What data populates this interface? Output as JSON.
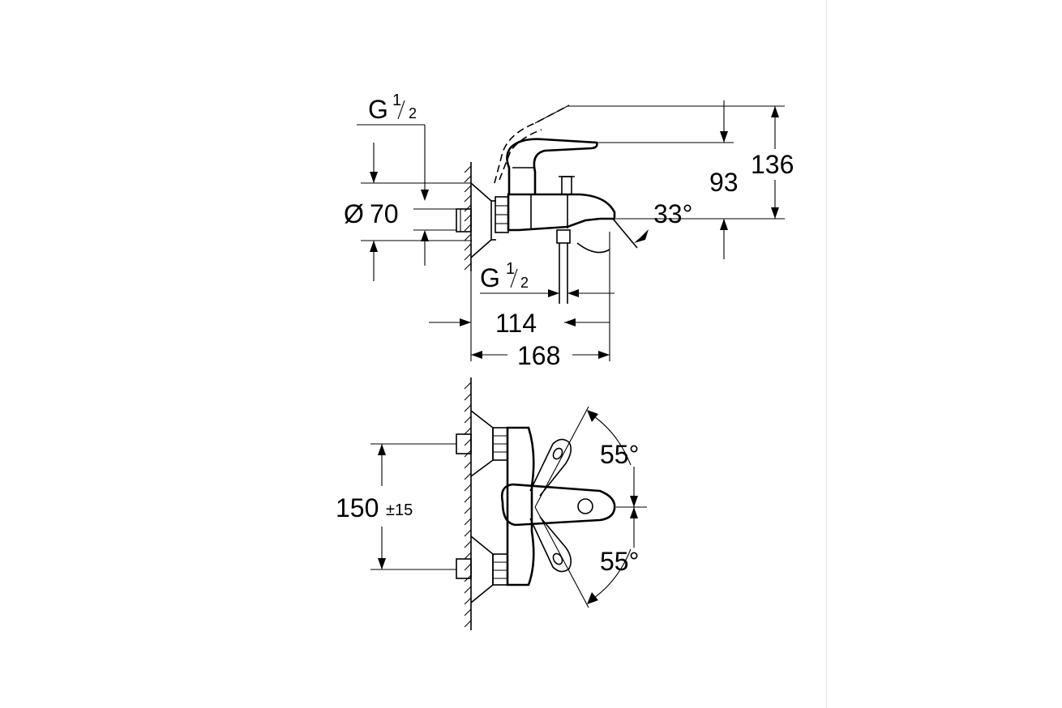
{
  "dimensions": {
    "inlet_thread_top": {
      "letter": "G",
      "num": "1",
      "den": "2"
    },
    "inlet_thread_bottom": {
      "letter": "G",
      "num": "1",
      "den": "2"
    },
    "rosette_diameter": {
      "symbol": "Ø",
      "value": "70"
    },
    "total_height": "136",
    "lever_height": "93",
    "spout_angle": "33°",
    "outlet_depth": "114",
    "total_depth": "168",
    "inlet_distance": {
      "value": "150",
      "tolerance": "±15"
    },
    "lever_rotation_up": "55°",
    "lever_rotation_down": "55°"
  }
}
